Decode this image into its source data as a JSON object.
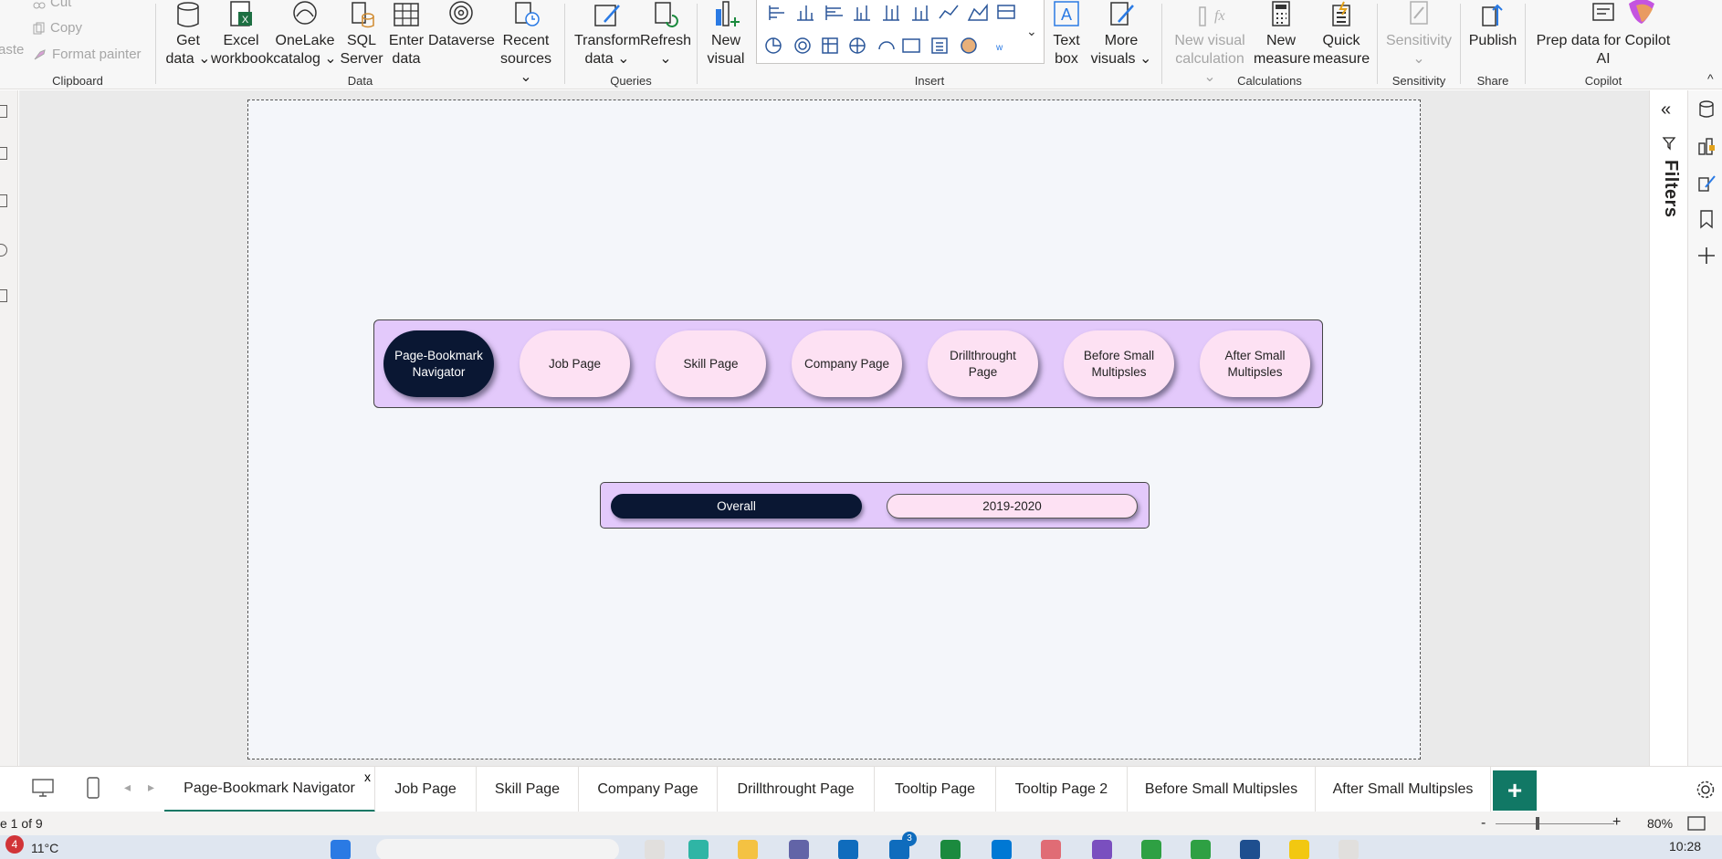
{
  "ribbon": {
    "clipboard": {
      "cut_label": "Cut",
      "copy_label": "Copy",
      "format_painter_label": "Format painter",
      "paste_label": "aste",
      "group_label": "Clipboard"
    },
    "data": {
      "group_label": "Data",
      "buttons": [
        {
          "line1": "Get",
          "line2": "data ⌄"
        },
        {
          "line1": "Excel",
          "line2": "workbook"
        },
        {
          "line1": "OneLake",
          "line2": "catalog ⌄"
        },
        {
          "line1": "SQL",
          "line2": "Server"
        },
        {
          "line1": "Enter",
          "line2": "data"
        },
        {
          "line1": "Dataverse",
          "line2": ""
        },
        {
          "line1": "Recent",
          "line2": "sources ⌄"
        }
      ]
    },
    "queries": {
      "group_label": "Queries",
      "transform": {
        "line1": "Transform",
        "line2": "data ⌄"
      },
      "refresh": {
        "line1": "Refresh",
        "line2": "⌄"
      }
    },
    "insert": {
      "group_label": "Insert",
      "new_visual": {
        "line1": "New",
        "line2": "visual"
      },
      "text_box": {
        "line1": "Text",
        "line2": "box"
      },
      "more_visuals": {
        "line1": "More",
        "line2": "visuals ⌄"
      }
    },
    "calculations": {
      "group_label": "Calculations",
      "new_visual_calc": {
        "line1": "New visual",
        "line2": "calculation ⌄"
      },
      "new_measure": {
        "line1": "New",
        "line2": "measure"
      },
      "quick_measure": {
        "line1": "Quick",
        "line2": "measure"
      }
    },
    "sensitivity": {
      "group_label": "Sensitivity",
      "line1": "Sensitivity",
      "line2": "⌄"
    },
    "share": {
      "group_label": "Share",
      "publish_label": "Publish"
    },
    "copilot": {
      "group_label": "Copilot",
      "line1": "Prep data for Copilot",
      "line2": "AI"
    }
  },
  "canvas": {
    "nav_buttons": [
      {
        "label": "Page-Bookmark Navigator",
        "active": true
      },
      {
        "label": "Job Page",
        "active": false
      },
      {
        "label": "Skill Page",
        "active": false
      },
      {
        "label": "Company Page",
        "active": false
      },
      {
        "label": "Drillthrought Page",
        "active": false
      },
      {
        "label": "Before Small Multipsles",
        "active": false
      },
      {
        "label": "After Small Multipsles",
        "active": false
      }
    ],
    "toggle_buttons": [
      {
        "label": "Overall",
        "active": true
      },
      {
        "label": "2019-2020",
        "active": false
      }
    ]
  },
  "filters_pane": {
    "label": "Filters"
  },
  "tabs": [
    {
      "label": "Page-Bookmark Navigator",
      "active": true,
      "close": "x"
    },
    {
      "label": "Job Page",
      "active": false
    },
    {
      "label": "Skill Page",
      "active": false
    },
    {
      "label": "Company Page",
      "active": false
    },
    {
      "label": "Drillthrought Page",
      "active": false
    },
    {
      "label": "Tooltip Page",
      "active": false
    },
    {
      "label": "Tooltip Page 2",
      "active": false
    },
    {
      "label": "Before Small Multipsles",
      "active": false
    },
    {
      "label": "After Small Multipsles",
      "active": false
    }
  ],
  "add_tab_label": "+",
  "status": {
    "page_indicator": "e 1 of 9",
    "zoom_minus": "-",
    "zoom_plus": "+",
    "zoom_level": "80%"
  },
  "taskbar": {
    "weather_badge": "4",
    "temperature": "11°C",
    "clock": "10:28",
    "badge_count": "3"
  },
  "colors": {
    "accent": "#117865",
    "nav_panel": "#e3c9fb",
    "button_idle": "#fde1f3",
    "button_active": "#0a1733",
    "page_bg": "#f4f6fa"
  }
}
